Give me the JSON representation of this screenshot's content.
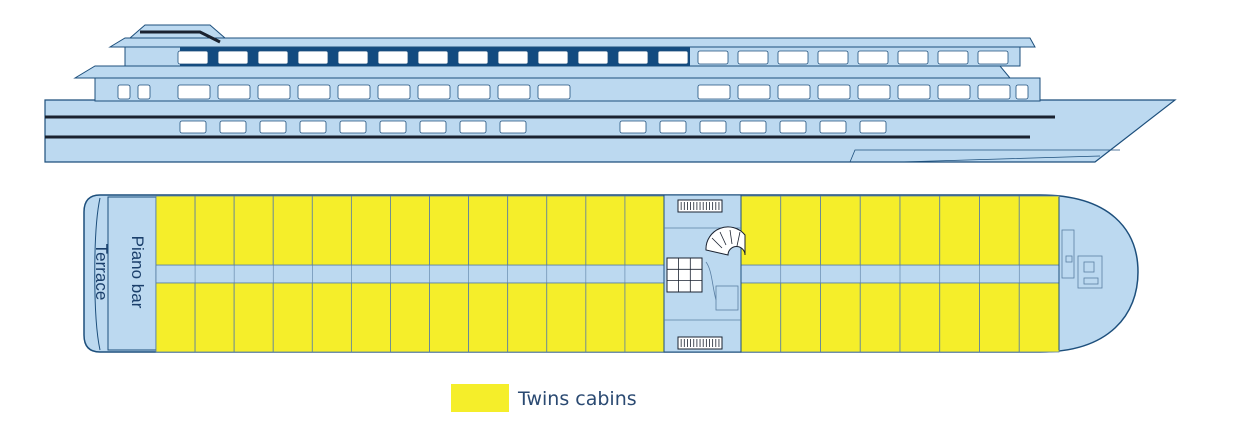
{
  "colors": {
    "hull": "#bcd9f0",
    "outline": "#1d4f7c",
    "band": "#1a2230",
    "dark_deck": "#134b80",
    "cabin": "#f5ee2a",
    "corridor": "#bcd9f0",
    "grid_line": "#5a7fa3",
    "window": "#ffffff"
  },
  "labels": {
    "piano_bar": "Piano bar",
    "terrace": "Terrace"
  },
  "legend": {
    "swatch_color": "#f5ee2a",
    "label": "Twins cabins"
  },
  "deck_plan": {
    "cabins_per_row_aft": 13,
    "cabins_per_row_forward": 8,
    "rows": 2
  },
  "icons": {
    "staircase": "spiral-staircase-icon",
    "stairs_top": "stairs-icon",
    "stairs_bottom": "stairs-icon",
    "elevator": "elevator-grid-icon",
    "wheelhouse": "wheelhouse-icon"
  }
}
